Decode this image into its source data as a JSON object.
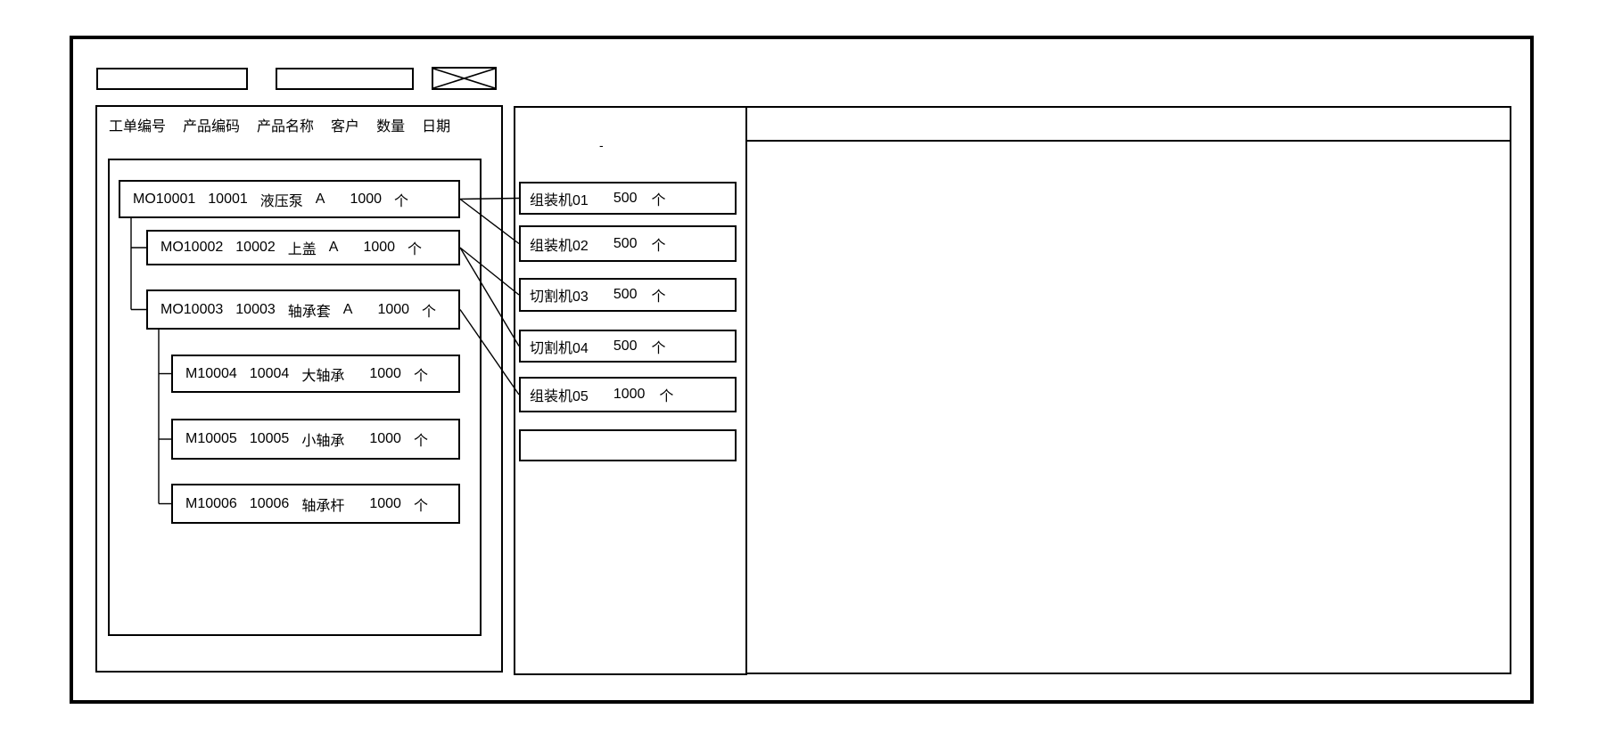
{
  "toolbar": {
    "field1_value": "",
    "field2_value": ""
  },
  "icons": {
    "placeholder_cross": "✕"
  },
  "left_panel": {
    "columns": [
      "工单编号",
      "产品编码",
      "产品名称",
      "客户",
      "数量",
      "日期"
    ]
  },
  "orders": [
    {
      "id": "wo1",
      "order": "MO10001",
      "product_code": "10001",
      "product": "液压泵",
      "customer": "A",
      "qty": "1000",
      "unit": "个"
    },
    {
      "id": "wo2",
      "order": "MO10002",
      "product_code": "10002",
      "product": "上盖",
      "customer": "A",
      "qty": "1000",
      "unit": "个"
    },
    {
      "id": "wo3",
      "order": "MO10003",
      "product_code": "10003",
      "product": "轴承套",
      "customer": "A",
      "qty": "1000",
      "unit": "个"
    },
    {
      "id": "wo4",
      "order": "M10004",
      "product_code": "10004",
      "product": "大轴承",
      "qty": "1000",
      "unit": "个"
    },
    {
      "id": "wo5",
      "order": "M10005",
      "product_code": "10005",
      "product": "小轴承",
      "qty": "1000",
      "unit": "个"
    },
    {
      "id": "wo6",
      "order": "M10006",
      "product_code": "10006",
      "product": "轴承杆",
      "qty": "1000",
      "unit": "个"
    }
  ],
  "machines": [
    {
      "id": "m1",
      "name": "组装机01",
      "qty": "500",
      "unit": "个"
    },
    {
      "id": "m2",
      "name": "组装机02",
      "qty": "500",
      "unit": "个"
    },
    {
      "id": "m3",
      "name": "切割机03",
      "qty": "500",
      "unit": "个"
    },
    {
      "id": "m4",
      "name": "切割机04",
      "qty": "500",
      "unit": "个"
    },
    {
      "id": "m5",
      "name": "组装机05",
      "qty": "1000",
      "unit": "个"
    },
    {
      "id": "m6",
      "name": "",
      "qty": "",
      "unit": ""
    }
  ],
  "middle_panel": {
    "mark": "-"
  },
  "links": {
    "tree": [
      {
        "parent": "wo1",
        "children": [
          "wo2",
          "wo3"
        ]
      },
      {
        "parent": "wo3",
        "children": [
          "wo4",
          "wo5",
          "wo6"
        ]
      }
    ],
    "assignments": [
      {
        "from": "wo1",
        "to": "m1"
      },
      {
        "from": "wo1",
        "to": "m2"
      },
      {
        "from": "wo2",
        "to": "m3"
      },
      {
        "from": "wo2",
        "to": "m4"
      },
      {
        "from": "wo3",
        "to": "m5"
      }
    ]
  },
  "colors": {
    "line": "#000000",
    "background": "#ffffff"
  }
}
